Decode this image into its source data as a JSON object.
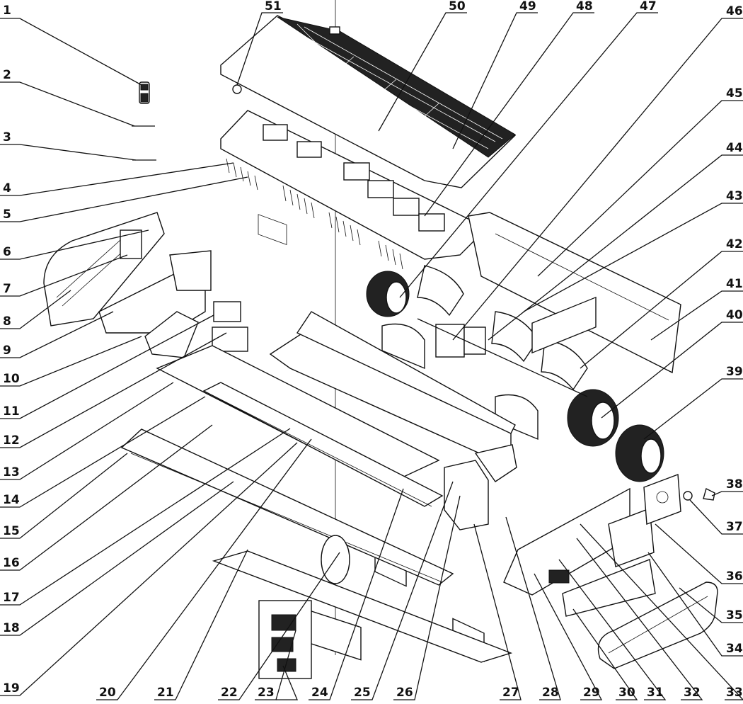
{
  "diagram": {
    "callouts": [
      {
        "id": "1",
        "text": "1"
      },
      {
        "id": "2",
        "text": "2"
      },
      {
        "id": "3",
        "text": "3"
      },
      {
        "id": "4",
        "text": "4"
      },
      {
        "id": "5",
        "text": "5"
      },
      {
        "id": "6",
        "text": "6"
      },
      {
        "id": "7",
        "text": "7"
      },
      {
        "id": "8",
        "text": "8"
      },
      {
        "id": "9",
        "text": "9"
      },
      {
        "id": "10",
        "text": "10"
      },
      {
        "id": "11",
        "text": "11"
      },
      {
        "id": "12",
        "text": "12"
      },
      {
        "id": "13",
        "text": "13"
      },
      {
        "id": "14",
        "text": "14"
      },
      {
        "id": "15",
        "text": "15"
      },
      {
        "id": "16",
        "text": "16"
      },
      {
        "id": "17",
        "text": "17"
      },
      {
        "id": "18",
        "text": "18"
      },
      {
        "id": "19",
        "text": "19"
      },
      {
        "id": "20",
        "text": "20"
      },
      {
        "id": "21",
        "text": "21"
      },
      {
        "id": "22",
        "text": "22"
      },
      {
        "id": "23",
        "text": "23"
      },
      {
        "id": "24",
        "text": "24"
      },
      {
        "id": "25",
        "text": "25"
      },
      {
        "id": "26",
        "text": "26"
      },
      {
        "id": "27",
        "text": "27"
      },
      {
        "id": "28",
        "text": "28"
      },
      {
        "id": "29",
        "text": "29"
      },
      {
        "id": "30",
        "text": "30"
      },
      {
        "id": "31",
        "text": "31"
      },
      {
        "id": "32",
        "text": "32"
      },
      {
        "id": "33",
        "text": "33"
      },
      {
        "id": "34",
        "text": "34"
      },
      {
        "id": "35",
        "text": "35"
      },
      {
        "id": "36",
        "text": "36"
      },
      {
        "id": "37",
        "text": "37"
      },
      {
        "id": "38",
        "text": "38"
      },
      {
        "id": "39",
        "text": "39"
      },
      {
        "id": "40",
        "text": "40"
      },
      {
        "id": "41",
        "text": "41"
      },
      {
        "id": "42",
        "text": "42"
      },
      {
        "id": "43",
        "text": "43"
      },
      {
        "id": "44",
        "text": "44"
      },
      {
        "id": "45",
        "text": "45"
      },
      {
        "id": "46",
        "text": "46"
      },
      {
        "id": "47",
        "text": "47"
      },
      {
        "id": "48",
        "text": "48"
      },
      {
        "id": "49",
        "text": "49"
      },
      {
        "id": "50",
        "text": "50"
      },
      {
        "id": "51",
        "text": "51"
      }
    ]
  }
}
